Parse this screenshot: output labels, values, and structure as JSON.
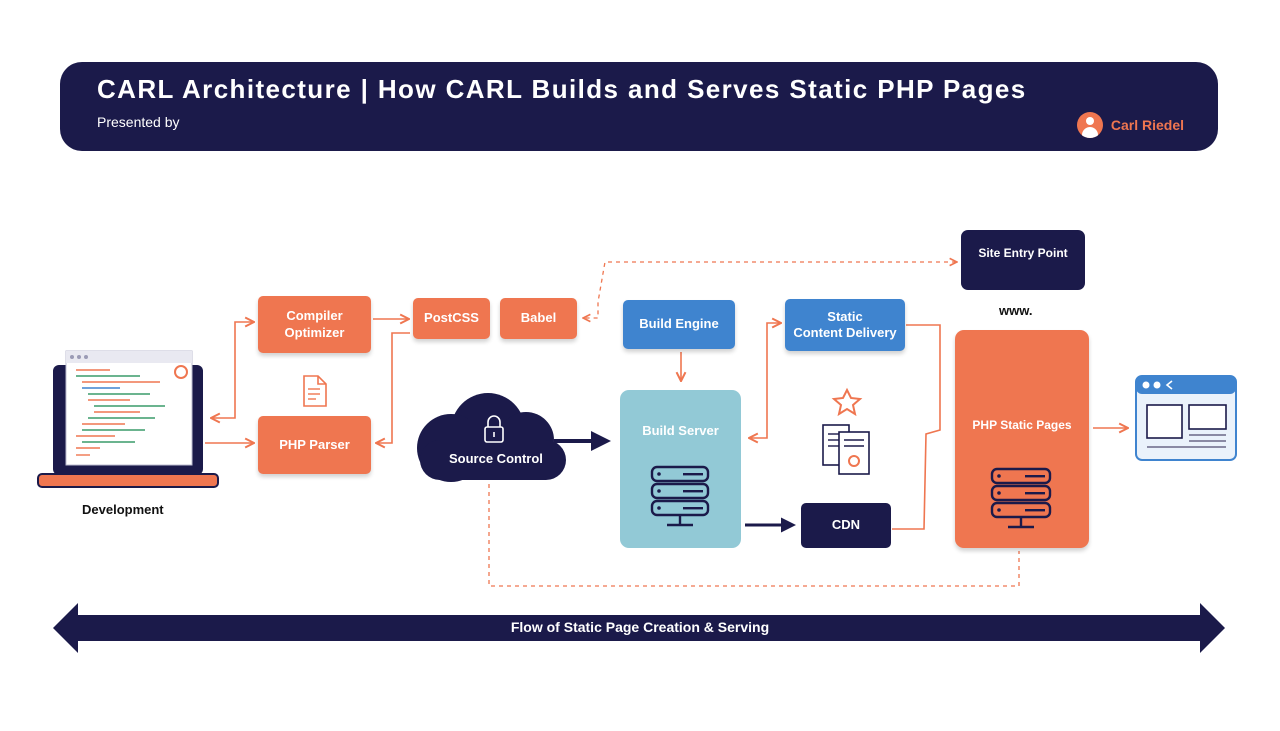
{
  "header": {
    "title": "CARL Architecture | How CARL Builds and Serves Static PHP Pages",
    "presented_by": "Presented by",
    "author": "Carl Riedel"
  },
  "nodes": {
    "development": "Development",
    "compiler_optimizer": "Compiler\nOptimizer",
    "php_parser": "PHP Parser",
    "postcss": "PostCSS",
    "babel": "Babel",
    "source_control": "Source Control",
    "build_engine": "Build Engine",
    "build_server": "Build Server",
    "static_content_delivery": "Static\nContent Delivery",
    "cdn": "CDN",
    "site_entry_point": "Site Entry Point",
    "www": "www.",
    "php_static_pages": "PHP Static Pages"
  },
  "flow_label": "Flow of Static Page Creation & Serving",
  "colors": {
    "navy": "#1b1a4a",
    "orange": "#ef7650",
    "blue": "#3f84cf",
    "light_blue": "#92c9d6"
  },
  "icons": [
    "laptop-icon",
    "document-icon",
    "lock-icon",
    "server-icon",
    "star-icon",
    "documents-icon",
    "browser-window-icon",
    "user-avatar-icon"
  ]
}
